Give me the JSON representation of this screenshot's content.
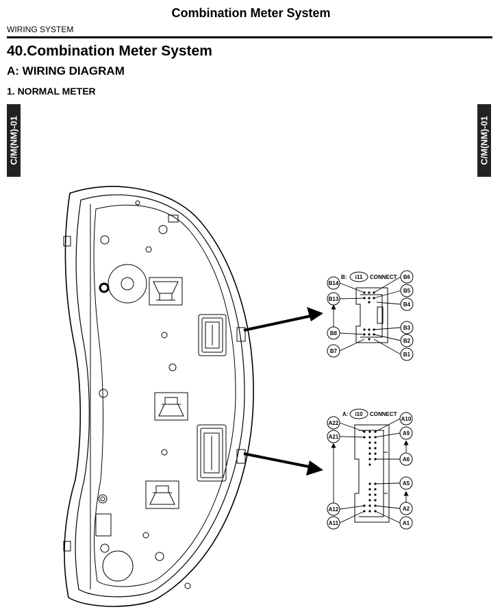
{
  "header": {
    "title": "Combination Meter System",
    "section": "WIRING SYSTEM"
  },
  "heading": {
    "main": "40.Combination Meter System",
    "sub": "A:  WIRING DIAGRAM",
    "item": "1.  NORMAL METER"
  },
  "side_tab": {
    "left": "C/M(NM)-01",
    "right": "C/M(NM)-01"
  },
  "connector_b": {
    "prefix": "B:",
    "id": "i11",
    "suffix": "CONNECT",
    "pins": {
      "b14": "B14",
      "b13": "B13",
      "b8": "B8",
      "b7": "B7",
      "b6": "B6",
      "b5": "B5",
      "b4": "B4",
      "b3": "B3",
      "b2": "B2",
      "b1": "B1"
    }
  },
  "connector_a": {
    "prefix": "A:",
    "id": "i10",
    "suffix": "CONNECT",
    "pins": {
      "a22": "A22",
      "a21": "A21",
      "a12": "A12",
      "a11": "A11",
      "a10": "A10",
      "a9": "A9",
      "a6": "A6",
      "a5": "A5",
      "a2": "A2",
      "a1": "A1"
    }
  }
}
